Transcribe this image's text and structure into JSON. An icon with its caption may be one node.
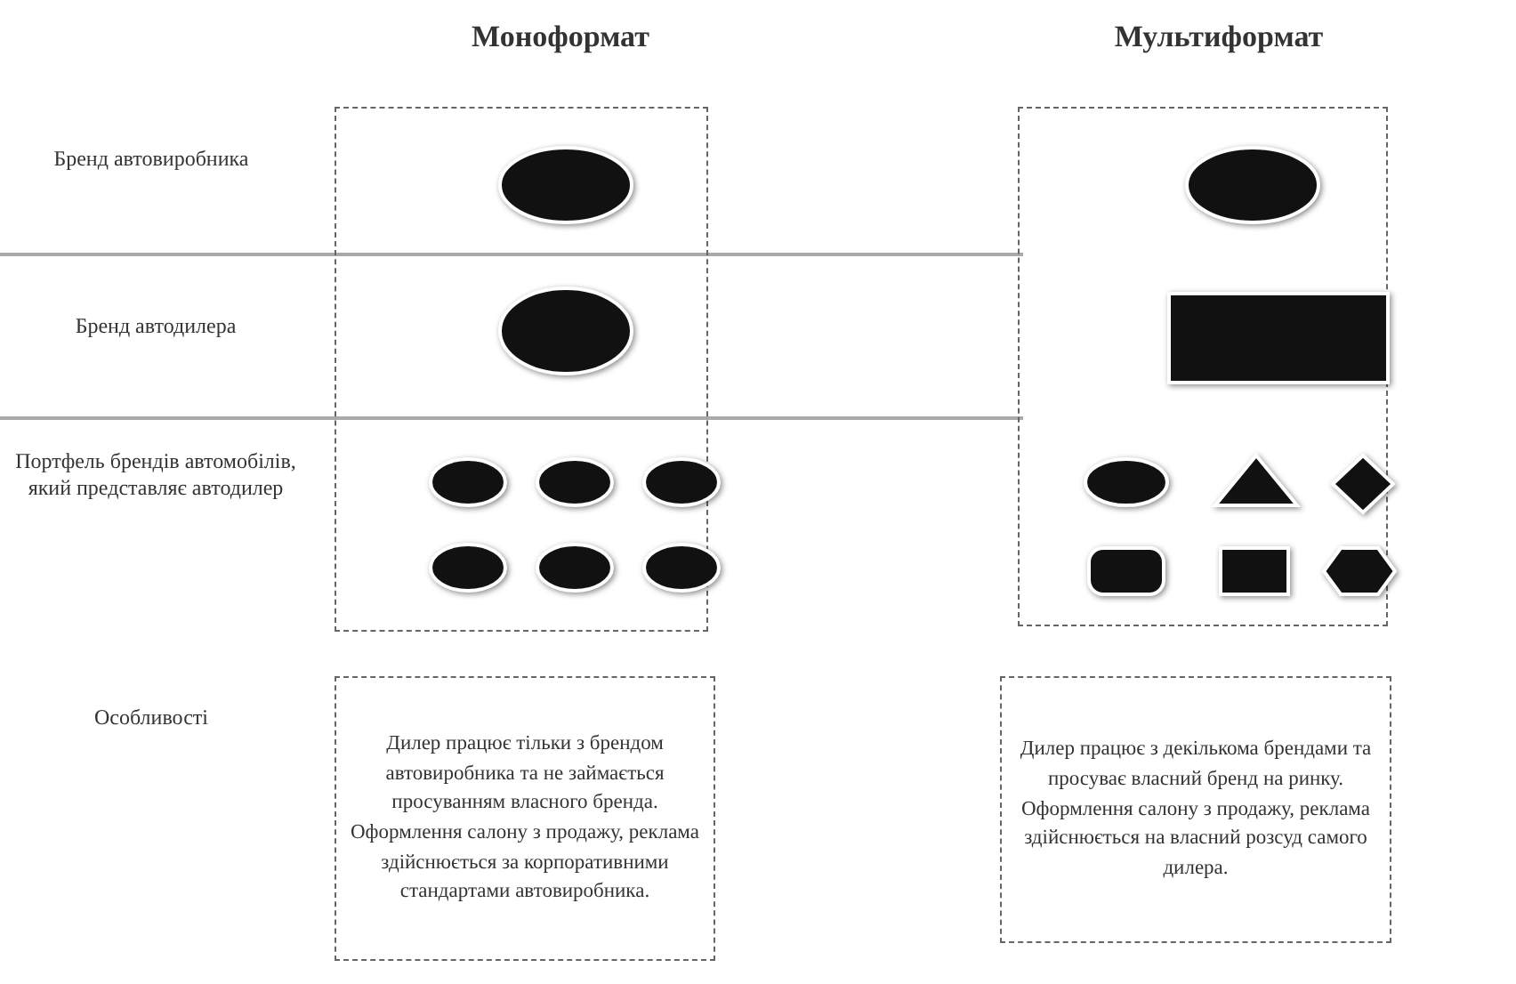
{
  "diagram": {
    "nodes": [
      {
        "text": [],
        "shape": "box"
      },
      {
        "text": [],
        "shape": "ellipse",
        "in": 0
      },
      {
        "text": [],
        "shape": "ellipse",
        "in": 0
      },
      {
        "text": [],
        "shape": "ellipse",
        "in": 0
      },
      {
        "text": [],
        "shape": "ellipse",
        "in": 0
      },
      {
        "text": [],
        "shape": "ellipse",
        "in": 0
      },
      {
        "text": [],
        "shape": "ellipse",
        "in": 0
      },
      {
        "text": [],
        "shape": "ellipse",
        "in": 0
      },
      {
        "text": [],
        "shape": "ellipse",
        "in": 0
      },
      {
        "text": [],
        "shape": "box"
      },
      {
        "text": [],
        "shape": "ellipse",
        "in": 9
      },
      {
        "text": [],
        "shape": "rectangle",
        "in": 9
      },
      {
        "text": [],
        "shape": "ellipse",
        "in": 9
      },
      {
        "text": [],
        "shape": "triangle",
        "in": 9
      },
      {
        "text": [],
        "shape": "diamond",
        "in": 9
      },
      {
        "text": [],
        "shape": "rounded",
        "in": 9
      },
      {
        "text": [],
        "shape": "square",
        "in": 9
      },
      {
        "text": [],
        "shape": "hexagon",
        "in": 9
      },
      {
        "text": [
          "Дилер працює тільки з брендом автовиробника та не займається просуванням власного бренда. Оформлення салону з продажу, реклама здійснюється за корпоративними стандартами автовиробника."
        ]
      },
      {
        "text": [
          "Дилер працює з декількома брендами та просуває власний бренд на ринку. Оформлення салону з продажу, реклама здійснюється на власний розсуд самого дилера."
        ]
      }
    ],
    "labels": [
      "Моноформат",
      "Мультиформат",
      "Бренд автовиробника",
      "Бренд автодилера",
      "Портфель брендів автомобілів, який представляє автодилер",
      "Особливості"
    ]
  }
}
